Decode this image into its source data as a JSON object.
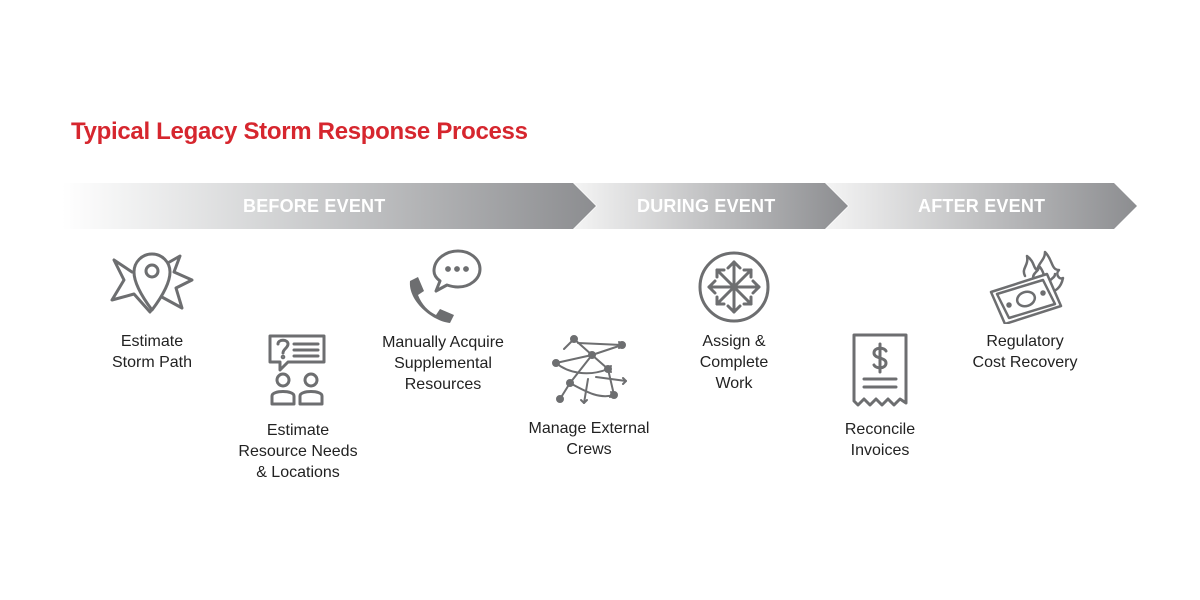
{
  "title": "Typical Legacy Storm Response Process",
  "phases": [
    {
      "label": "BEFORE EVENT"
    },
    {
      "label": "DURING EVENT"
    },
    {
      "label": "AFTER EVENT"
    }
  ],
  "steps": [
    {
      "label": "Estimate\nStorm Path",
      "icon": "map-pin-burst-icon"
    },
    {
      "label": "Estimate\nResource Needs\n& Locations",
      "icon": "question-people-icon"
    },
    {
      "label": "Manually Acquire\nSupplemental\nResources",
      "icon": "phone-chat-icon"
    },
    {
      "label": "Manage External\nCrews",
      "icon": "network-arrows-icon"
    },
    {
      "label": "Assign &\nComplete\nWork",
      "icon": "four-way-arrows-icon"
    },
    {
      "label": "Reconcile\nInvoices",
      "icon": "receipt-icon"
    },
    {
      "label": "Regulatory\nCost Recovery",
      "icon": "burning-money-icon"
    }
  ],
  "colors": {
    "title": "#d6262e",
    "icon_stroke": "#6d6e70",
    "arrow_dark": "#8c8d90",
    "arrow_light": "#ffffff"
  }
}
